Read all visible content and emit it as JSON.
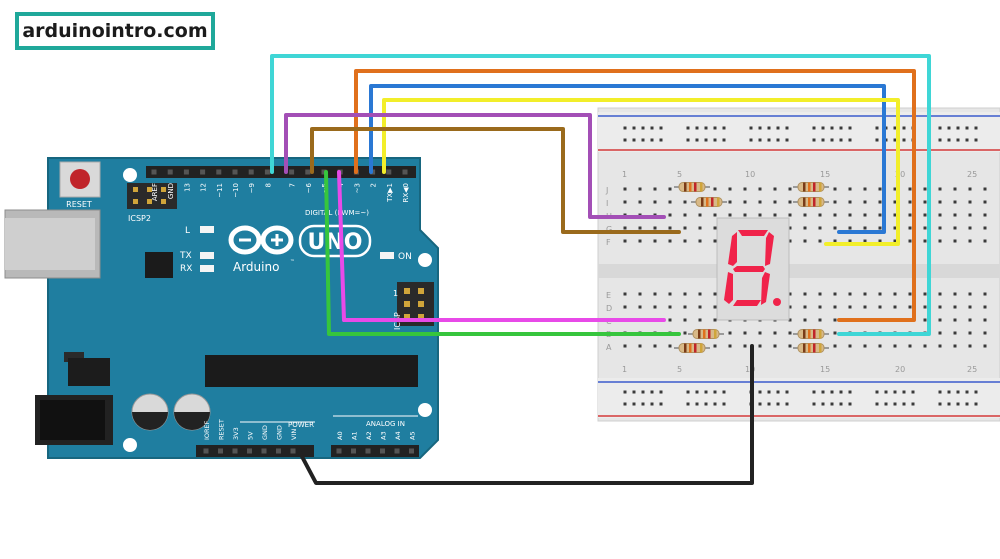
{
  "brand": {
    "site": "arduinointro.com"
  },
  "arduino": {
    "reset_label": "RESET",
    "icsp2_label": "ICSP2",
    "icsp_label": "ICSP",
    "icsp_pin1": "1",
    "brand_name": "Arduino",
    "tm": "™",
    "model": "UNO",
    "l_label": "L",
    "tx_label": "TX",
    "rx_label": "RX",
    "on_label": "ON",
    "digital_label": "DIGITAL (PWM=~)",
    "power_label": "POWER",
    "analog_label": "ANALOG IN",
    "top_pins": [
      "AREF",
      "GND",
      "13",
      "12",
      "~11",
      "~10",
      "~9",
      "8",
      "7",
      "~6",
      "~5",
      "4",
      "~3",
      "2",
      "TX▶1",
      "RX◀0"
    ],
    "power_pins": [
      "IOREF",
      "RESET",
      "3V3",
      "5V",
      "GND",
      "GND",
      "VIN"
    ],
    "analog_pins": [
      "A0",
      "A1",
      "A2",
      "A3",
      "A4",
      "A5"
    ]
  },
  "breadboard": {
    "rows_upper": [
      "J",
      "I",
      "H",
      "G",
      "F"
    ],
    "rows_lower": [
      "E",
      "D",
      "C",
      "B",
      "A"
    ],
    "col_numbers": [
      "1",
      "5",
      "10",
      "15",
      "20",
      "25"
    ]
  },
  "display": {
    "digit": "8."
  },
  "colors": {
    "board": "#1f7ea0",
    "wire_cyan": "#3fd6d6",
    "wire_orange": "#e0701c",
    "wire_blue": "#2a78d4",
    "wire_yellow": "#f2ee2a",
    "wire_purple": "#a34fb6",
    "wire_brown": "#9a6a1c",
    "wire_magenta": "#e84ae8",
    "wire_green": "#36c53d",
    "wire_black": "#222222",
    "segment": "#f0234a"
  }
}
